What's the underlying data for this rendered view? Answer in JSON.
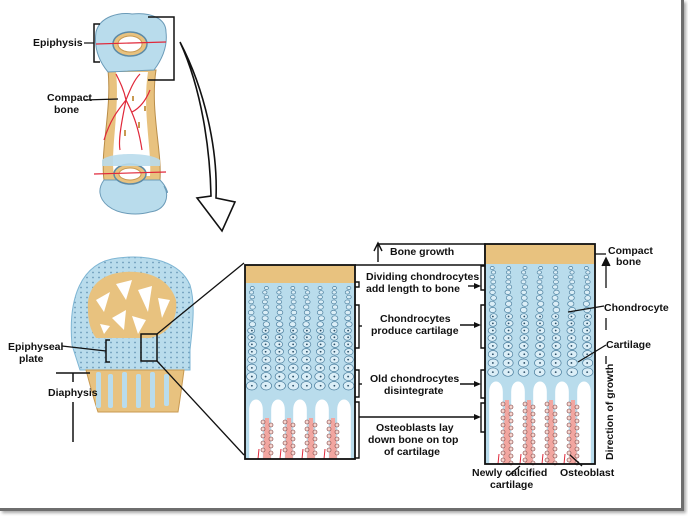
{
  "figure": {
    "colors": {
      "cartilage": "#b9dcec",
      "cartilage_dark": "#7fb6d4",
      "bone": "#e8c27f",
      "bone_dark": "#c89a52",
      "vessel": "#e0283a",
      "calcified": "#f2a6a0",
      "outline": "#111111"
    },
    "long_bone": {
      "epiphysis_label": "Epiphysis",
      "compact_bone_label_line1": "Compact",
      "compact_bone_label_line2": "bone"
    },
    "bone_end": {
      "epiphyseal_plate_line1": "Epiphyseal",
      "epiphyseal_plate_line2": "plate",
      "diaphysis_label": "Diaphysis"
    },
    "middle_labels": {
      "bone_growth": "Bone growth",
      "dividing_line1": "Dividing chondrocytes",
      "dividing_line2": "add length to bone",
      "produce_line1": "Chondrocytes",
      "produce_line2": "produce cartilage",
      "old_line1": "Old chondrocytes",
      "old_line2": "disintegrate",
      "osteo_line1": "Osteoblasts lay",
      "osteo_line2": "down bone on top",
      "osteo_line3": "of cartilage"
    },
    "right_labels": {
      "compact_line1": "Compact",
      "compact_line2": "bone",
      "chondrocyte": "Chondrocyte",
      "cartilage": "Cartilage",
      "direction": "Direction of growth",
      "newly_line1": "Newly calcified",
      "newly_line2": "cartilage",
      "osteoblast": "Osteoblast"
    }
  }
}
